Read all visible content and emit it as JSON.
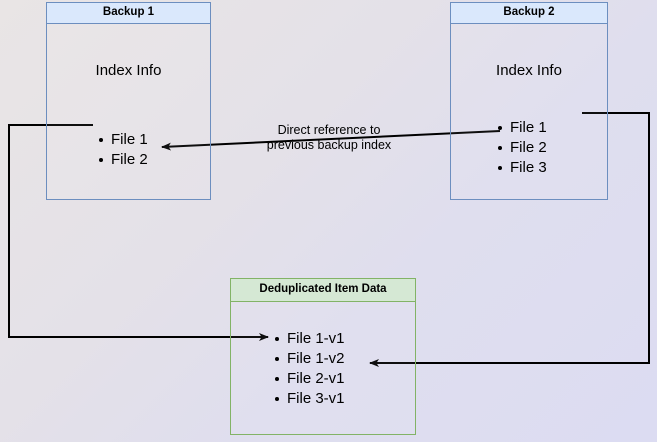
{
  "diagram": {
    "title_text_visible": false,
    "background": {
      "gradient_from": "#e9e5e5",
      "gradient_to": "#dcdcf2"
    },
    "colors": {
      "blue_fill": "#dae8fc",
      "blue_stroke": "#6c8ebf",
      "green_fill": "#d5e8d4",
      "green_stroke": "#82b366",
      "connector": "#000000"
    },
    "nodes": {
      "backup1": {
        "header": "Backup 1",
        "section_label": "Index Info",
        "items": [
          "File 1",
          "File 2"
        ]
      },
      "backup2": {
        "header": "Backup 2",
        "section_label": "Index Info",
        "items": [
          "File 1",
          "File 2",
          "File 3"
        ]
      },
      "dedup": {
        "header": "Deduplicated Item Data",
        "items": [
          "File 1-v1",
          "File 1-v2",
          "File 2-v1",
          "File 3-v1"
        ]
      }
    },
    "annotations": {
      "direct_reference": "Direct reference to\nprevious backup index"
    }
  }
}
